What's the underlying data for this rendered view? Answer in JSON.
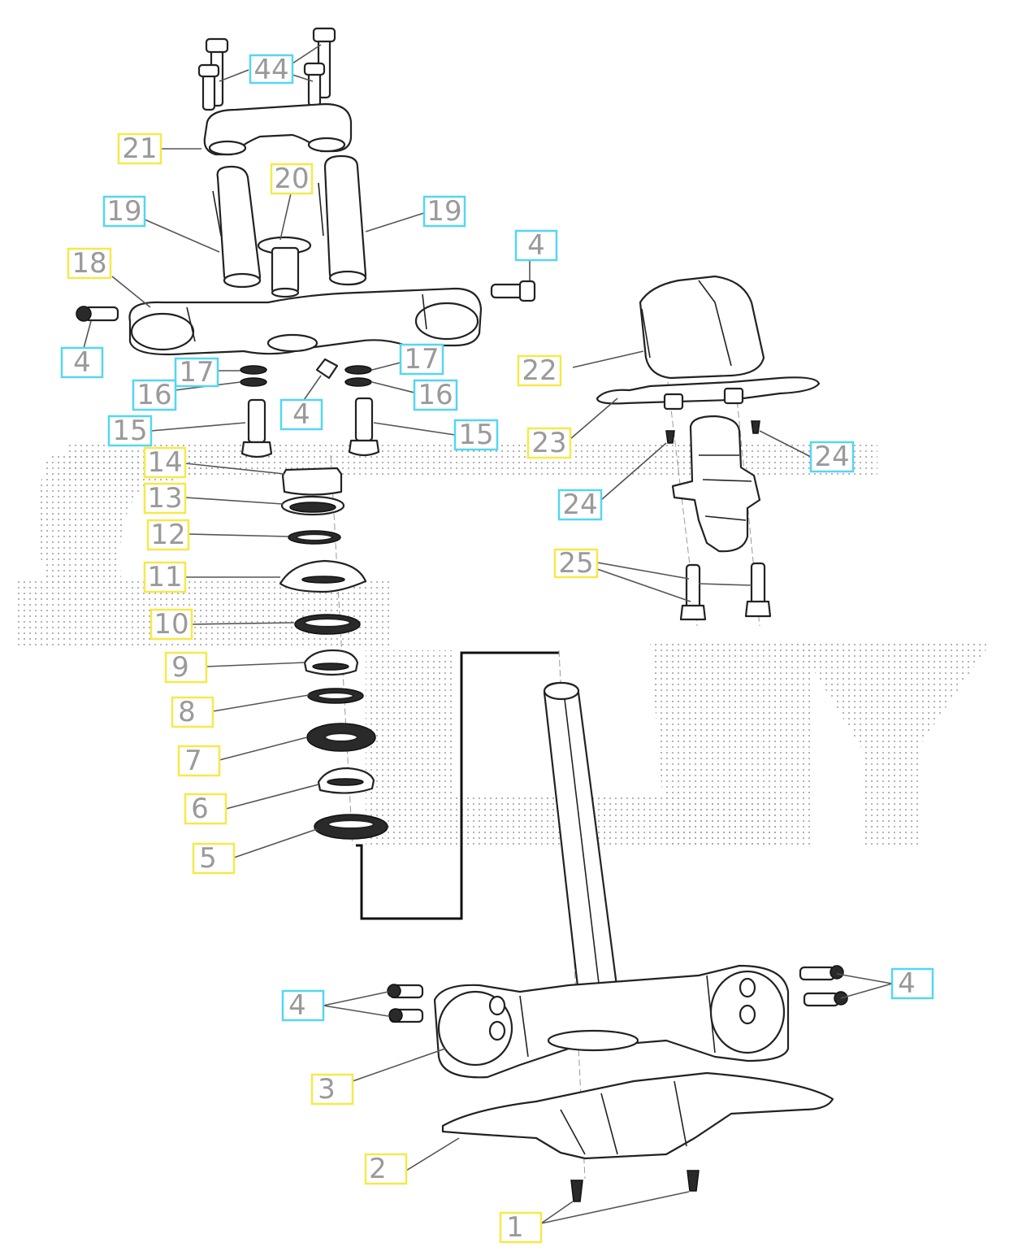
{
  "diagram": {
    "callouts": [
      {
        "id": "c44",
        "label": "44",
        "color": "cyan"
      },
      {
        "id": "c21",
        "label": "21",
        "color": "yellow"
      },
      {
        "id": "c20",
        "label": "20",
        "color": "yellow"
      },
      {
        "id": "c19a",
        "label": "19",
        "color": "cyan"
      },
      {
        "id": "c19b",
        "label": "19",
        "color": "cyan"
      },
      {
        "id": "c18",
        "label": "18",
        "color": "yellow"
      },
      {
        "id": "c4a",
        "label": "4",
        "color": "cyan"
      },
      {
        "id": "c4b",
        "label": "4",
        "color": "cyan"
      },
      {
        "id": "c17a",
        "label": "17",
        "color": "cyan"
      },
      {
        "id": "c17b",
        "label": "17",
        "color": "cyan"
      },
      {
        "id": "c16a",
        "label": "16",
        "color": "cyan"
      },
      {
        "id": "c16b",
        "label": "16",
        "color": "cyan"
      },
      {
        "id": "c4c",
        "label": "4",
        "color": "cyan"
      },
      {
        "id": "c15a",
        "label": "15",
        "color": "cyan"
      },
      {
        "id": "c15b",
        "label": "15",
        "color": "cyan"
      },
      {
        "id": "c14",
        "label": "14",
        "color": "yellow"
      },
      {
        "id": "c13",
        "label": "13",
        "color": "yellow"
      },
      {
        "id": "c12",
        "label": "12",
        "color": "yellow"
      },
      {
        "id": "c11",
        "label": "11",
        "color": "yellow"
      },
      {
        "id": "c10",
        "label": "10",
        "color": "yellow"
      },
      {
        "id": "c9",
        "label": "9",
        "color": "yellow"
      },
      {
        "id": "c8",
        "label": "8",
        "color": "yellow"
      },
      {
        "id": "c7",
        "label": "7",
        "color": "yellow"
      },
      {
        "id": "c6",
        "label": "6",
        "color": "yellow"
      },
      {
        "id": "c5",
        "label": "5",
        "color": "yellow"
      },
      {
        "id": "c22",
        "label": "22",
        "color": "yellow"
      },
      {
        "id": "c23",
        "label": "23",
        "color": "yellow"
      },
      {
        "id": "c24a",
        "label": "24",
        "color": "cyan"
      },
      {
        "id": "c24b",
        "label": "24",
        "color": "cyan"
      },
      {
        "id": "c25",
        "label": "25",
        "color": "yellow"
      },
      {
        "id": "c4d",
        "label": "4",
        "color": "cyan"
      },
      {
        "id": "c4e",
        "label": "4",
        "color": "cyan"
      },
      {
        "id": "c3",
        "label": "3",
        "color": "yellow"
      },
      {
        "id": "c2",
        "label": "2",
        "color": "yellow"
      },
      {
        "id": "c1",
        "label": "1",
        "color": "yellow"
      }
    ],
    "colors": {
      "yellow_box": "#f5e94a",
      "cyan_box": "#56d6f2",
      "label_text": "#9a9a9a",
      "line_art": "#222222",
      "watermark_dots": "#8a8a8a"
    }
  }
}
